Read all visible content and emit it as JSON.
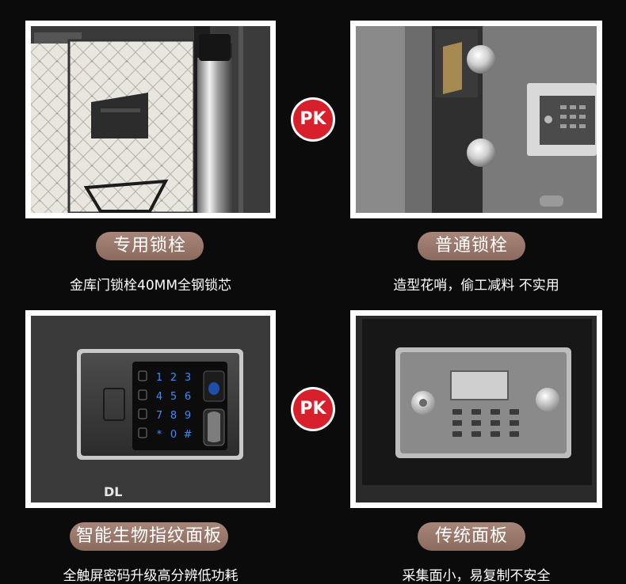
{
  "comparisons": [
    {
      "vs_label": "PK",
      "left": {
        "title": "专用锁栓",
        "caption": "金库门锁栓40MM全钢锁芯"
      },
      "right": {
        "title": "普通锁栓",
        "caption": "造型花哨，偷工减料 不实用"
      }
    },
    {
      "vs_label": "PK",
      "left": {
        "title": "智能生物指纹面板",
        "caption": "全触屏密码升级高分辨低功耗",
        "keypad_keys": [
          "1",
          "2",
          "3",
          "4",
          "5",
          "6",
          "7",
          "8",
          "9",
          "*",
          "0",
          "#"
        ],
        "logo_text": "DL"
      },
      "right": {
        "title": "传统面板",
        "caption": "采集面小，易复制不安全"
      }
    }
  ],
  "colors": {
    "background": "#0b0b0b",
    "pill": "#9a766a",
    "pk_badge": "#d8202d",
    "keypad_glow": "#3a8cff"
  }
}
